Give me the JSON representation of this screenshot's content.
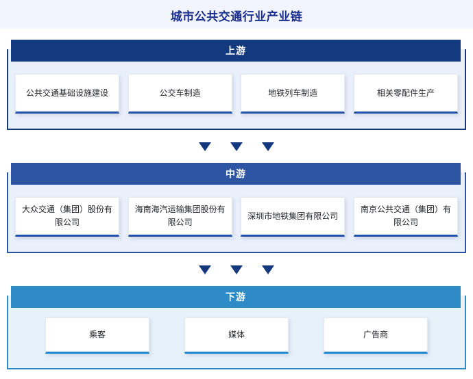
{
  "title": "城市公共交通行业产业链",
  "colors": {
    "title_text": "#1b2f8f",
    "title_band_bg": "#f2f5fd",
    "upstream_header_bg": "#13397e",
    "midstream_header_bg": "#2e55a3",
    "downstream_header_bg": "#2e8bc5",
    "section_body_bg": "#e9effb",
    "card_bg": "#ffffff",
    "card_accent_upper": "#1f4fa8",
    "card_accent_lower": "#1e88ce",
    "arrow": "#14387e"
  },
  "sections": [
    {
      "key": "upstream",
      "label": "上游",
      "cards": [
        "公共交通基础设施建设",
        "公交车制造",
        "地铁列车制造",
        "相关零配件生产"
      ]
    },
    {
      "key": "midstream",
      "label": "中游",
      "cards": [
        "大众交通（集团）股份有限公司",
        "海南海汽运输集团股份有限公司",
        "深圳市地铁集团有限公司",
        "南京公共交通（集团）有限公司"
      ]
    },
    {
      "key": "downstream",
      "label": "下游",
      "cards": [
        "乘客",
        "媒体",
        "广告商"
      ]
    }
  ],
  "arrows": {
    "glyph": "▼",
    "count_per_group": 3,
    "groups": 2
  }
}
